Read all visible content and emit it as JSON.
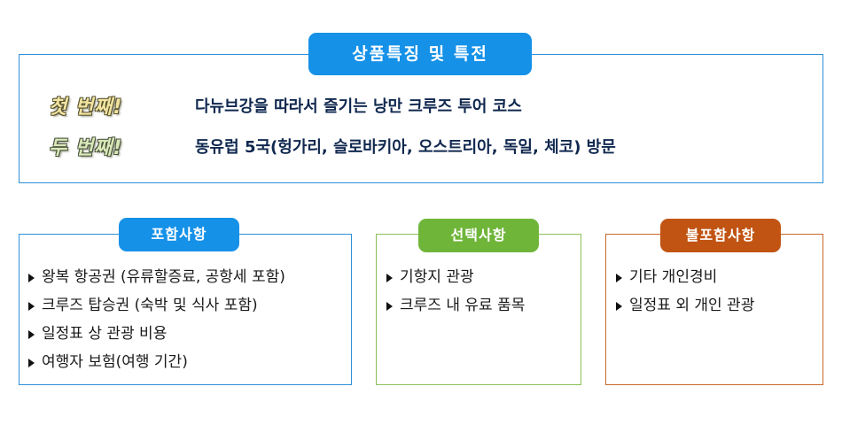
{
  "features": {
    "title": "상품특징 및 특전",
    "rows": [
      {
        "tag": "첫 번째!",
        "text": "다뉴브강을 따라서 즐기는 낭만 크루즈 투어 코스"
      },
      {
        "tag": "두 번째!",
        "text": "동유럽 5국(헝가리, 슬로바키아, 오스트리아, 독일, 체코) 방문"
      }
    ]
  },
  "included": {
    "title": "포함사항",
    "items": [
      "왕복 항공권 (유류할증료, 공항세 포함)",
      "크루즈 탑승권 (숙박 및 식사 포함)",
      "일정표 상 관광 비용",
      "여행자 보험(여행 기간)"
    ]
  },
  "optional": {
    "title": "선택사항",
    "items": [
      "기항지 관광",
      "크루즈 내 유료 품목"
    ]
  },
  "excluded": {
    "title": "불포함사항",
    "items": [
      "기타 개인경비",
      "일정표 외 개인 관광"
    ]
  },
  "colors": {
    "blue": "#1591e8",
    "green": "#6fb53a",
    "orange": "#c15413",
    "navy_text": "#10284f"
  }
}
